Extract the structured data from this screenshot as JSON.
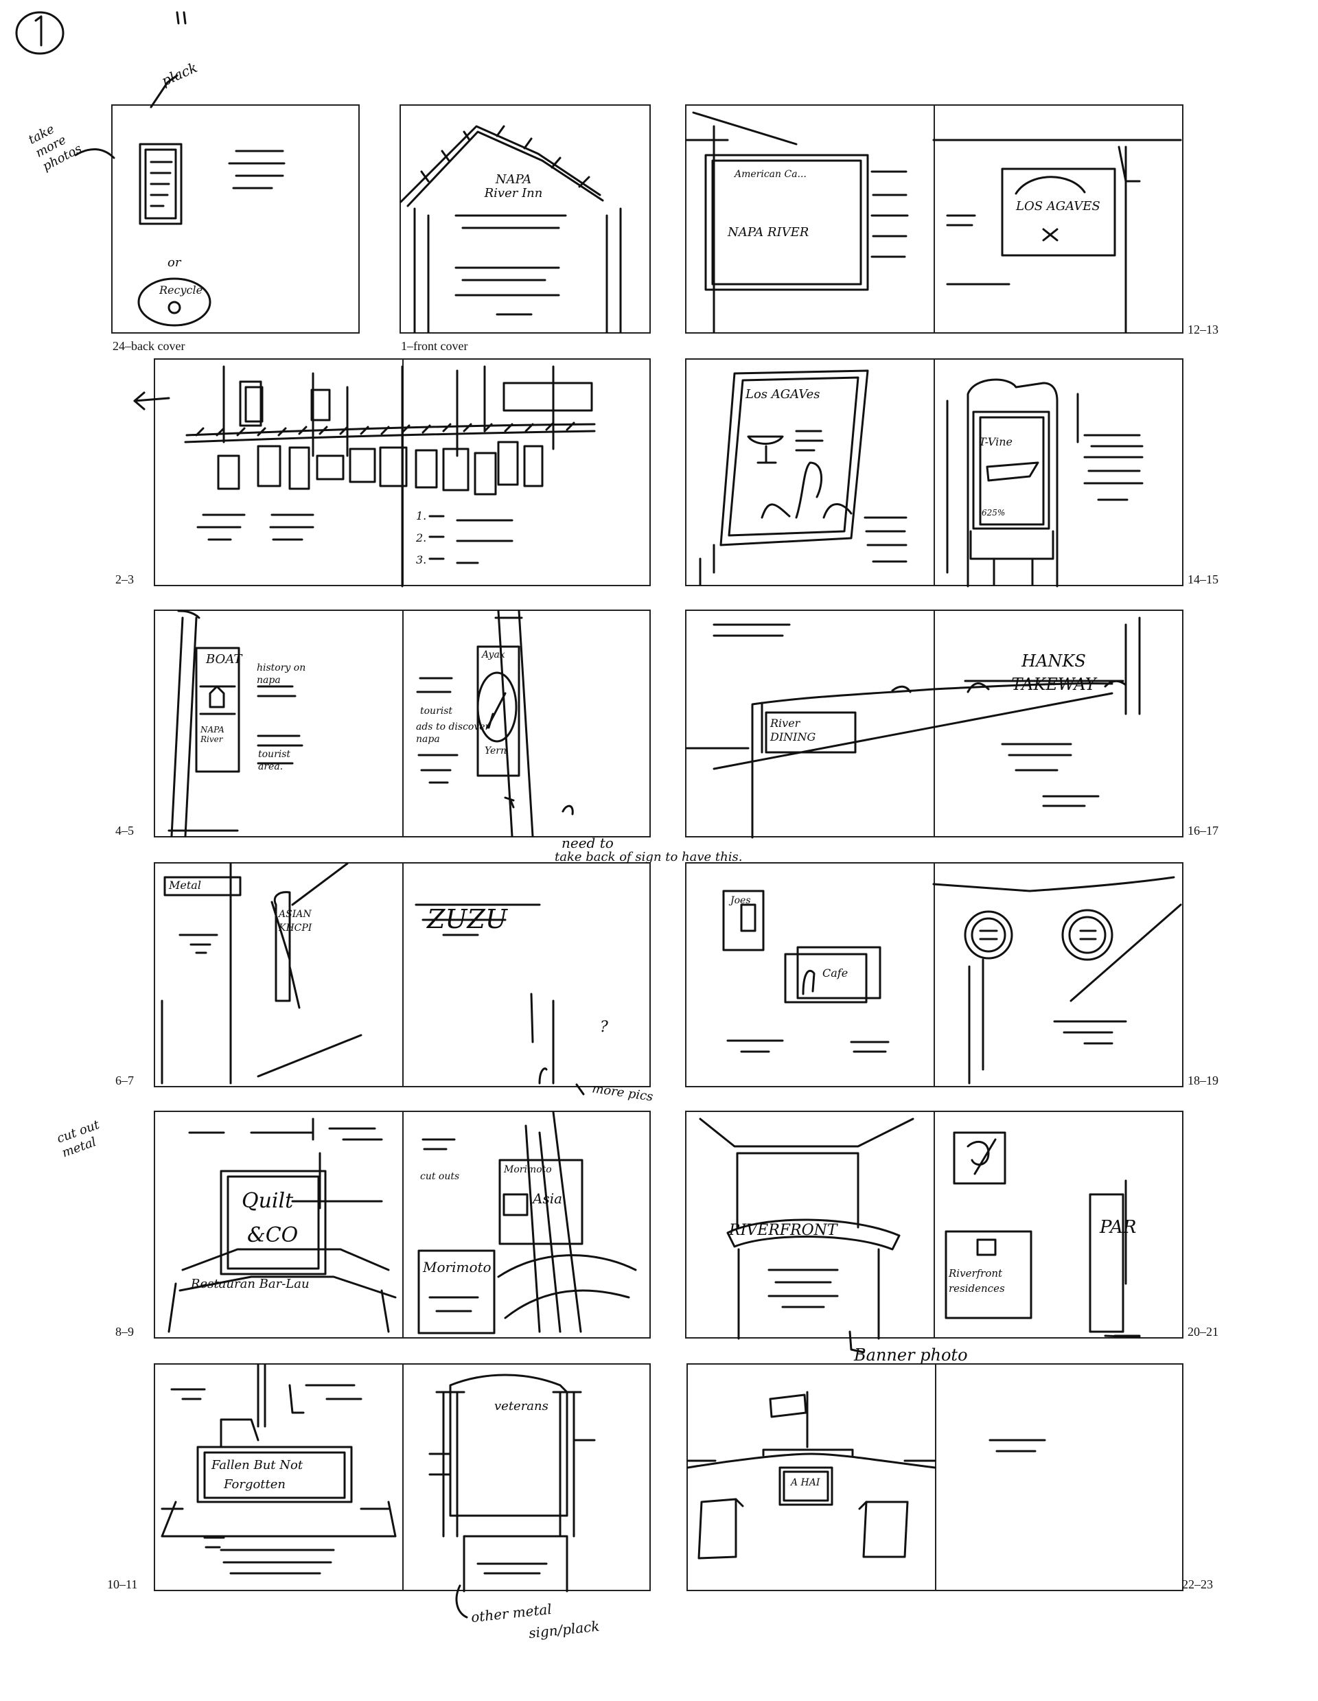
{
  "header": {
    "page_number": "1",
    "tick_marks": "11"
  },
  "spreads": {
    "back_front": {
      "caption_left": "24–back cover",
      "caption_right": "1–front cover",
      "left_text": "or",
      "right_sign": "NAPA River Inn"
    },
    "s12_13": {
      "caption": "12–13",
      "left_sign_top": "American Ca...",
      "left_sign_bottom": "NAPA RIVER",
      "right_sign": "LOS AGAVES"
    },
    "s2_3": {
      "caption": "2–3",
      "list_numbers": [
        "1.",
        "2.",
        "3."
      ]
    },
    "s14_15": {
      "caption": "14–15",
      "left_sign": "Los AGAVes",
      "right_sign": "T-Vine",
      "right_small": "625%"
    },
    "s4_5": {
      "caption": "4–5",
      "left_sign_top": "BOAT",
      "left_sign_bottom": "NAPA River",
      "left_text_1": "history on napa",
      "left_text_2": "tourist area.",
      "right_text_1": "tourist",
      "right_text_2": "ads to discover napa",
      "right_sign_top": "Ayax",
      "right_sign_bottom": "Yern"
    },
    "s16_17": {
      "caption": "16–17",
      "left_sign": "River DINING",
      "right_sign": "HANKS TAKEWAY"
    },
    "s6_7": {
      "caption": "6–7",
      "left_label": "Metal",
      "left_sign": "ASIAN KHCPI",
      "right_sign": "ZUZU",
      "right_question": "?"
    },
    "s18_19": {
      "caption": "18–19",
      "left_sign_1": "Joes",
      "left_sign_2": "Cafe"
    },
    "s8_9": {
      "caption": "8–9",
      "left_sign_1": "Quilt",
      "left_sign_2": "&CO",
      "left_sign_3": "Restauran Bar-Lau",
      "right_text": "cut outs",
      "right_sign_1": "Morimoto",
      "right_sign_2": "Asia",
      "right_sign_3": "Morimoto"
    },
    "s20_21": {
      "caption": "20–21",
      "left_sign": "RIVERFRONT",
      "right_sign_1": "Riverfront residences",
      "right_sign_2": "PAR"
    },
    "s10_11": {
      "caption": "10–11",
      "left_sign_1": "Fallen But Not",
      "left_sign_2": "Forgotten",
      "right_sign": "veterans"
    },
    "s22_23": {
      "caption": "22–23",
      "left_sign": "A HAI"
    }
  },
  "annotations": {
    "take_more_photos": "take more photos",
    "plack": "plack",
    "arrow": "◄",
    "need_to": "need to",
    "take_back": "take back of sign to have this.",
    "more_pics": "more pics",
    "cut_out_metal": "cut out metal",
    "banner_photo": "Banner photo",
    "other_metal": "other metal",
    "sign_plack": "sign/plack"
  }
}
